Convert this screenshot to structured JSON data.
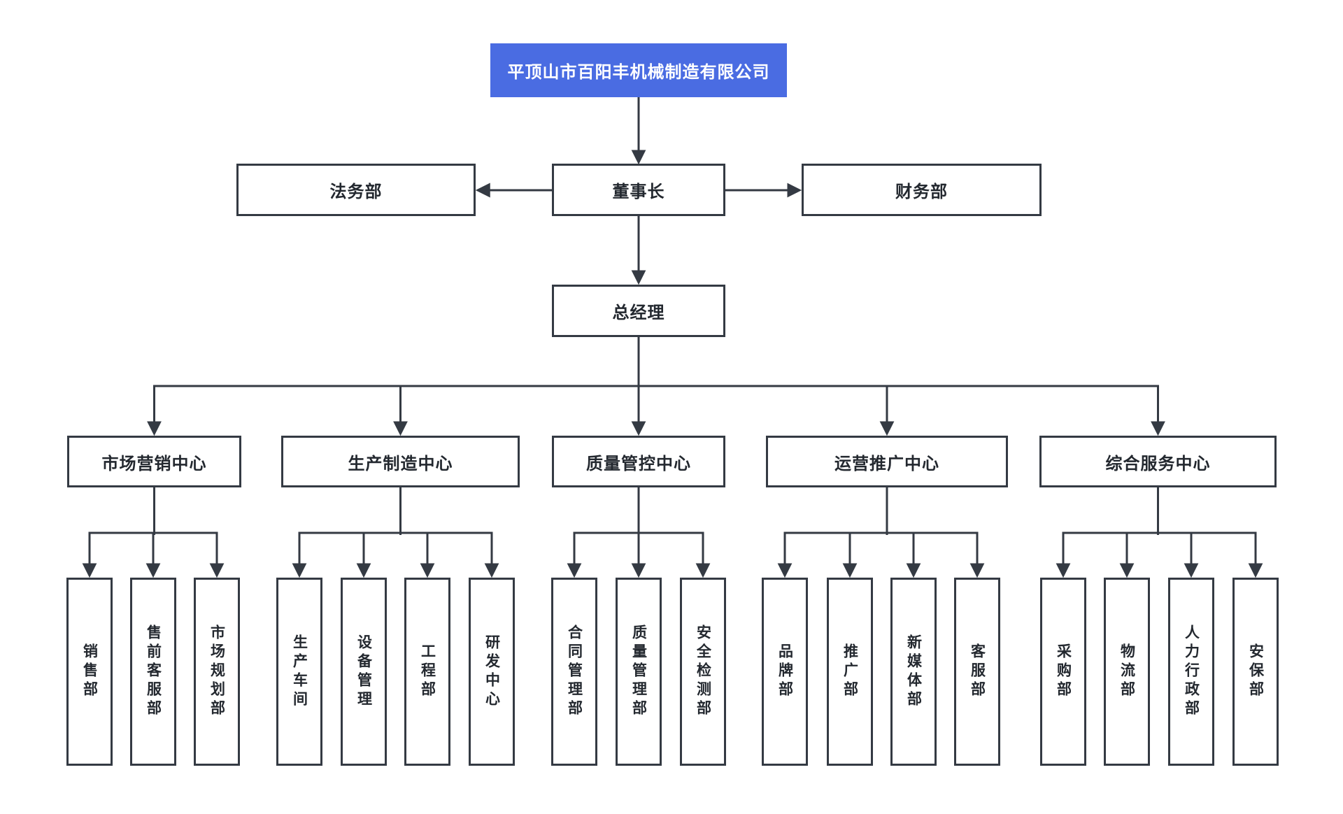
{
  "colors": {
    "root_bg": "#4a6ce2",
    "root_text": "#ffffff",
    "line": "#343a43",
    "node_border": "#343a43",
    "node_text": "#23282f",
    "background": "#ffffff"
  },
  "root": {
    "label": "平顶山市百阳丰机械制造有限公司"
  },
  "executive": {
    "legal": "法务部",
    "chairman": "董事长",
    "finance": "财务部",
    "general_manager": "总经理"
  },
  "centers": [
    {
      "label": "市场营销中心",
      "children": [
        "销售部",
        "售前客服部",
        "市场规划部"
      ]
    },
    {
      "label": "生产制造中心",
      "children": [
        "生产车间",
        "设备管理",
        "工程部",
        "研发中心"
      ]
    },
    {
      "label": "质量管控中心",
      "children": [
        "合同管理部",
        "质量管理部",
        "安全检测部"
      ]
    },
    {
      "label": "运营推广中心",
      "children": [
        "品牌部",
        "推广部",
        "新媒体部",
        "客服部"
      ]
    },
    {
      "label": "综合服务中心",
      "children": [
        "采购部",
        "物流部",
        "人力行政部",
        "安保部"
      ]
    }
  ]
}
